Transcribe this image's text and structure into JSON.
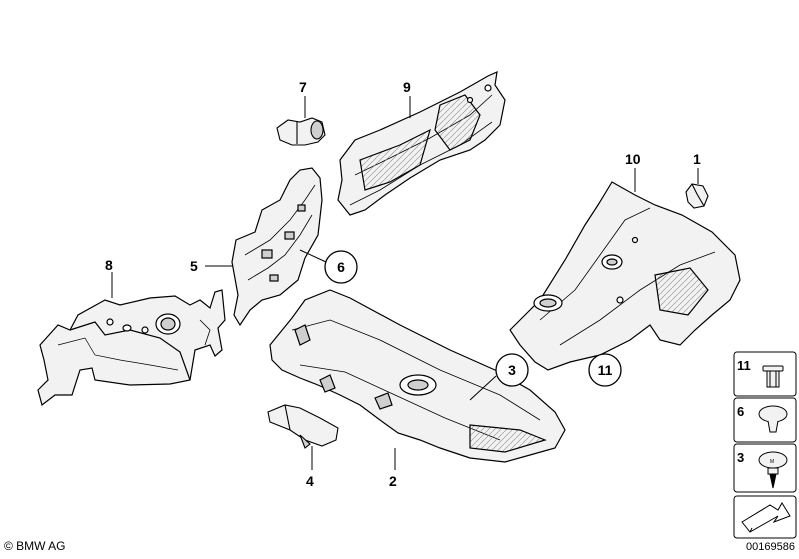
{
  "callouts": {
    "c1": "1",
    "c2": "2",
    "c3": "3",
    "c4": "4",
    "c5": "5",
    "c6": "6",
    "c7": "7",
    "c8": "8",
    "c9": "9",
    "c10": "10",
    "c11": "11"
  },
  "legend": {
    "l11": "11",
    "l6": "6",
    "l3": "3"
  },
  "footer": {
    "copyright": "© BMW AG",
    "diagram_code": "00169586"
  },
  "colors": {
    "line": "#000000",
    "fill": "#f2f2f2",
    "shade": "#cfcfcf"
  }
}
